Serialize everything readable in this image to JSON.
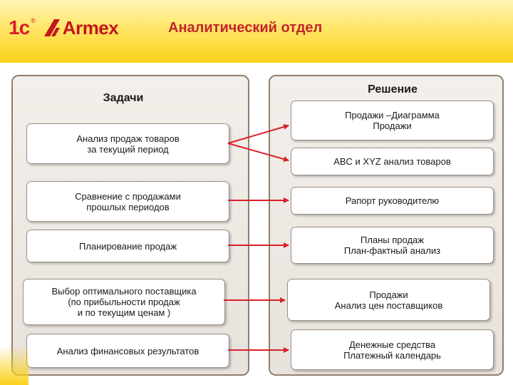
{
  "header": {
    "logo_1c": "1с",
    "logo_1c_mark": "®",
    "logo_armex": "Armex",
    "title": "Аналитический отдел"
  },
  "left_panel": {
    "title": "Задачи",
    "tasks": [
      "Анализ продаж товаров\nза текущий период",
      "Сравнение с продажами\nпрошлых периодов",
      "Планирование продаж",
      "Выбор оптимального поставщика\n(по прибыльности продаж\nи по текущим ценам )",
      "Анализ финансовых результатов"
    ]
  },
  "right_panel": {
    "title": "Решение",
    "solutions": [
      "Продажи –Диаграмма\nПродажи",
      "ABC и XYZ анализ товаров",
      "Рапорт руководителю",
      "Планы продаж\nПлан-фактный анализ",
      "Продажи\nАнализ цен поставщиков",
      "Денежные средства\nПлатежный календарь"
    ]
  },
  "colors": {
    "title": "#c0252d",
    "arrow": "#d8202a",
    "header_gradient_top": "#fff6b8",
    "header_gradient_bottom": "#fbd11a",
    "panel_border": "#8f7f70"
  }
}
